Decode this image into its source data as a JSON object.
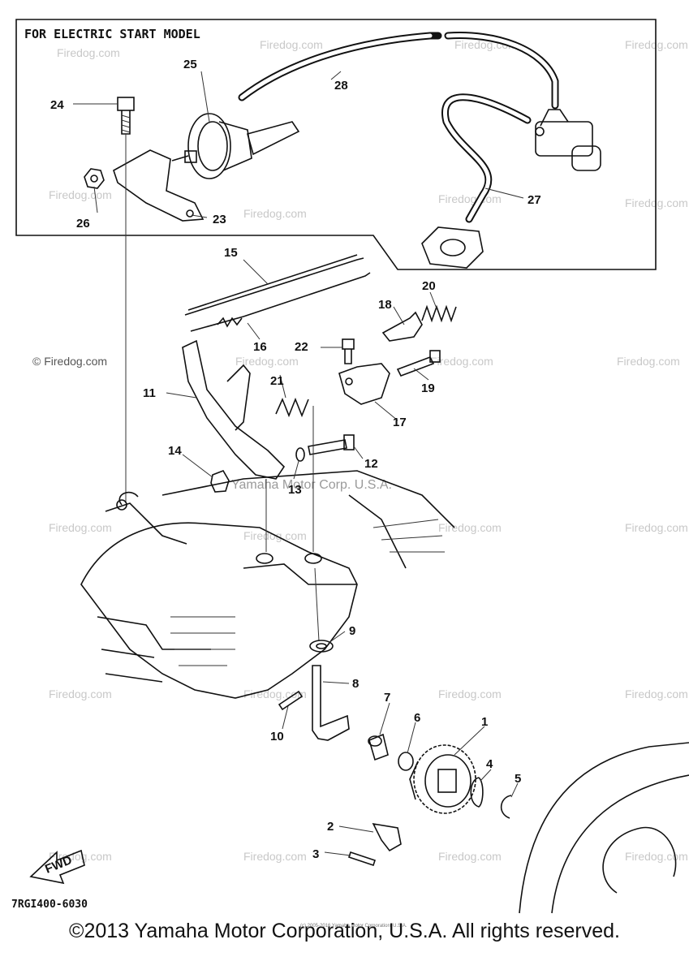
{
  "box_title": "FOR ELECTRIC START MODEL",
  "part_code": "7RGI400-6030",
  "fwd_label": "FWD",
  "watermark": "Firedog.com",
  "watermark_copyright": "© Firedog.com",
  "center_watermark": "Yamaha Motor Corp. U.S.A.",
  "tiny_credit": "(c) 2005-2016 Yamaha Motor Corporation, U.S.A.",
  "copyright": "©2013 Yamaha Motor Corporation, U.S.A. All rights reserved.",
  "callouts": [
    "1",
    "2",
    "3",
    "4",
    "5",
    "6",
    "7",
    "8",
    "9",
    "10",
    "11",
    "12",
    "13",
    "14",
    "15",
    "16",
    "17",
    "18",
    "19",
    "20",
    "21",
    "22",
    "23",
    "24",
    "25",
    "26",
    "27",
    "28"
  ]
}
